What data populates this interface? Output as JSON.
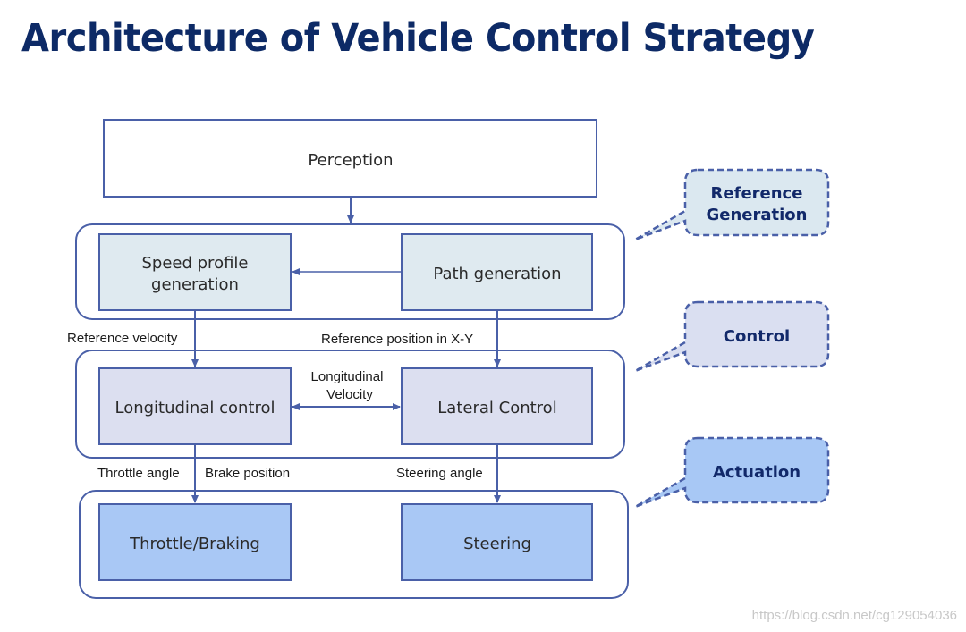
{
  "title": "Architecture of Vehicle Control Strategy",
  "nodes": {
    "perception": "Perception",
    "speed_profile": [
      "Speed profile",
      "generation"
    ],
    "path_generation": "Path generation",
    "longitudinal_control": "Longitudinal control",
    "lateral_control": "Lateral Control",
    "throttle_braking": "Throttle/Braking",
    "steering": "Steering"
  },
  "edges": {
    "reference_velocity": "Reference velocity",
    "reference_position": "Reference position in X-Y",
    "longitudinal_velocity": [
      "Longitudinal",
      "Velocity"
    ],
    "throttle_angle": "Throttle angle",
    "brake_position": "Brake position",
    "steering_angle": "Steering angle"
  },
  "callouts": {
    "reference_generation": [
      "Reference",
      "Generation"
    ],
    "control": "Control",
    "actuation": "Actuation"
  },
  "colors": {
    "title": "#0d2a66",
    "border": "#4a60a8",
    "reference_fill": "#dfeaf0",
    "control_fill": "#dcdff0",
    "actuation_fill": "#a9c8f5",
    "callout_reference_fill": "#dbe8f0",
    "callout_control_fill": "#dadff1",
    "callout_actuation_fill": "#a8c8f5"
  },
  "watermark": "https://blog.csdn.net/cg129054036"
}
